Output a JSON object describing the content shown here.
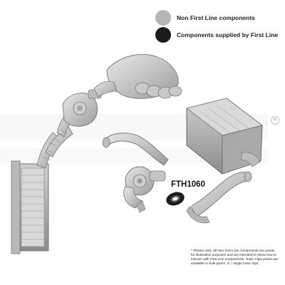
{
  "legend": {
    "items": [
      {
        "label": "Non First Line components",
        "color": "#b5b5b5"
      },
      {
        "label": "Components supplied by First Line",
        "color": "#1c1c1c"
      }
    ]
  },
  "part": {
    "code": "FTH1060"
  },
  "watermark": {
    "mark": "®"
  },
  "note": {
    "text": "* Please note: all Non First Line components are purely for illustrative purposes and are intended to show how to interact with First Line components. Hose Clips packs are available in bulk packs. S = single hose clips."
  }
}
